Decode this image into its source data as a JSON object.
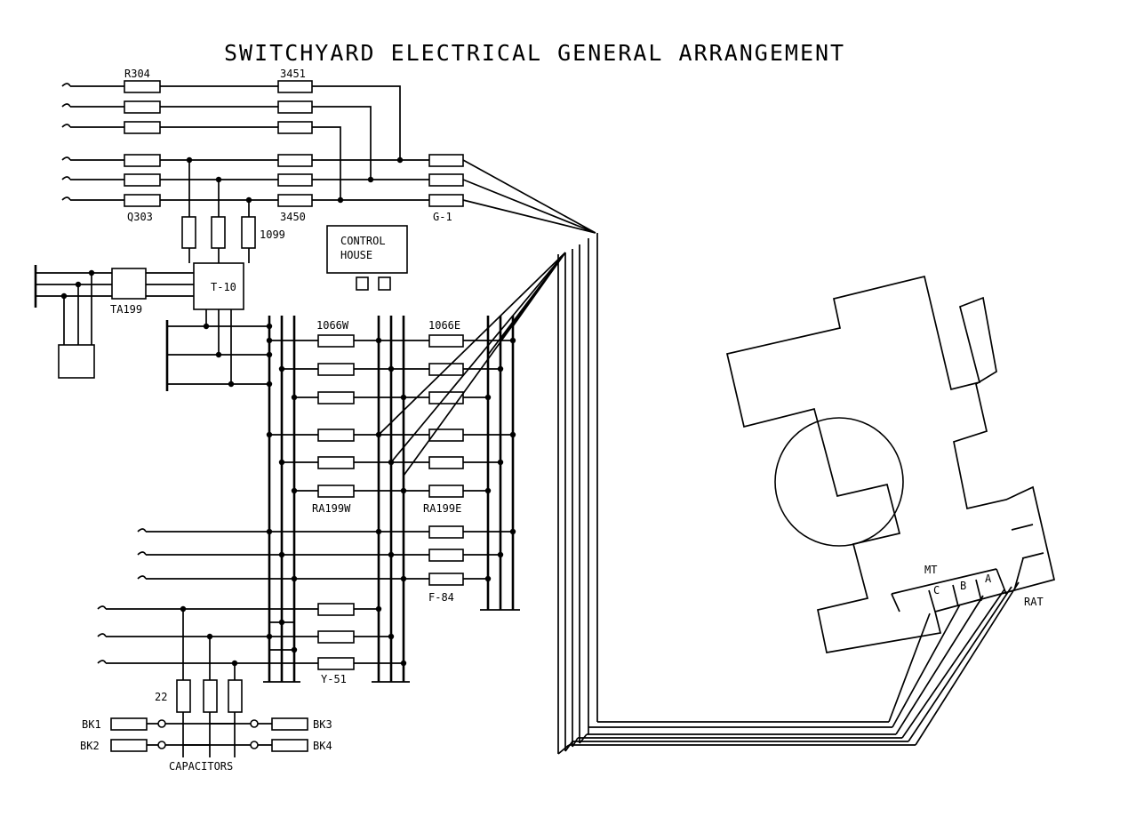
{
  "title": "SWITCHYARD ELECTRICAL GENERAL ARRANGEMENT",
  "labels": {
    "r304": "R304",
    "l3451": "3451",
    "q303": "Q303",
    "l3450": "3450",
    "g1": "G-1",
    "l1099": "1099",
    "control": "CONTROL",
    "house": "HOUSE",
    "t10": "T-10",
    "ta199": "TA199",
    "l1066w": "1066W",
    "l1066e": "1066E",
    "ra199w": "RA199W",
    "ra199e": "RA199E",
    "f84": "F-84",
    "y51": "Y-51",
    "l22": "22",
    "bk1": "BK1",
    "bk2": "BK2",
    "bk3": "BK3",
    "bk4": "BK4",
    "capacitors": "CAPACITORS",
    "mt": "MT",
    "c": "C",
    "b": "B",
    "a": "A",
    "rat": "RAT"
  }
}
